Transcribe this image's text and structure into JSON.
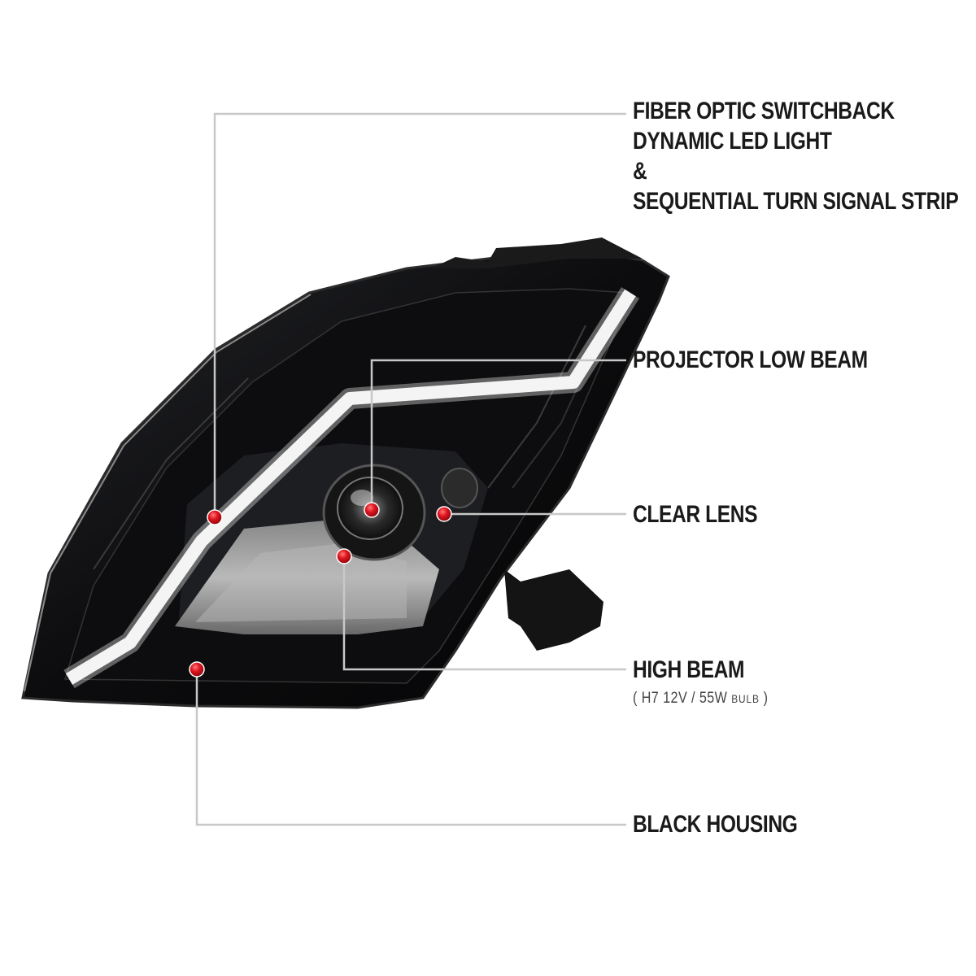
{
  "callouts": {
    "fiber_optic": {
      "lines": [
        "FIBER OPTIC SWITCHBACK",
        "DYNAMIC LED LIGHT",
        "&",
        "SEQUENTIAL TURN SIGNAL STRIP"
      ]
    },
    "projector": {
      "label": "PROJECTOR LOW BEAM"
    },
    "clear_lens": {
      "label": "CLEAR LENS"
    },
    "high_beam": {
      "label": "HIGH BEAM",
      "spec_open": "(",
      "spec_main": "H7  12V / 55W",
      "spec_unit": "BULB",
      "spec_close": ")"
    },
    "housing": {
      "label": "BLACK HOUSING"
    }
  },
  "colors": {
    "marker": "#e0141e",
    "leader_line": "#c8c8c8",
    "housing": "#0b0b0d",
    "led_strip": "#f4f4f4"
  }
}
